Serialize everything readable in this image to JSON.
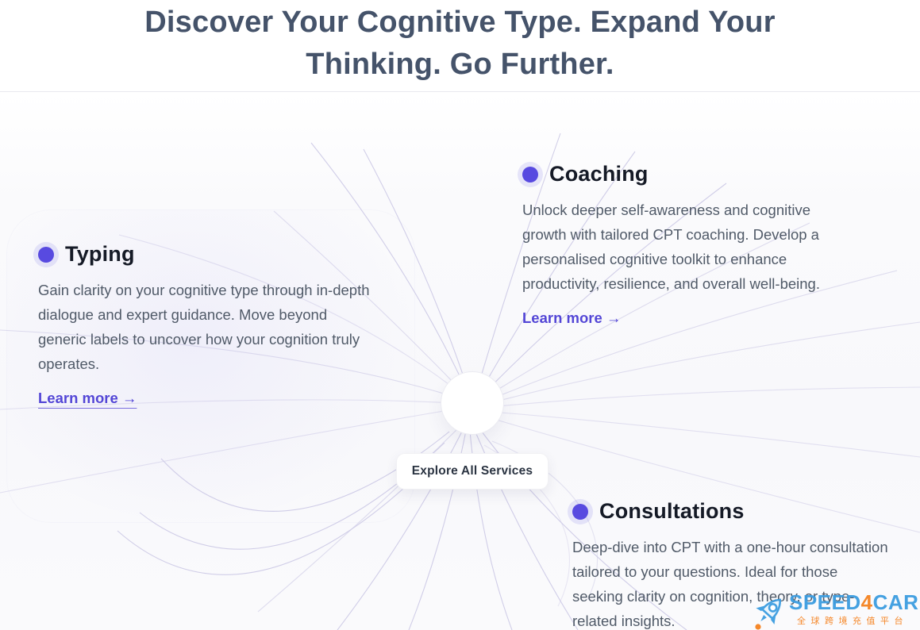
{
  "header": {
    "title_line1": "Discover Your Cognitive Type. Expand Your",
    "title_line2": "Thinking. Go Further."
  },
  "services": [
    {
      "id": "typing",
      "title": "Typing",
      "description": "Gain clarity on your cognitive type through in-depth dialogue and expert guidance. Move beyond generic labels to uncover how your cognition truly operates.",
      "link_label": "Learn more →"
    },
    {
      "id": "coaching",
      "title": "Coaching",
      "description": "Unlock deeper self-awareness and cognitive growth with tailored CPT coaching. Develop a personalised cognitive toolkit to enhance productivity, resilience, and overall well-being.",
      "link_label": "Learn more →"
    },
    {
      "id": "consultations",
      "title": "Consultations",
      "description": "Deep-dive into CPT with a one-hour consultation tailored to your questions. Ideal for those seeking clarity on cognition, theory, or type-related insights."
    }
  ],
  "hub": {
    "button_label": "Explore All Services"
  },
  "watermark": {
    "brand_speed": "SPEED",
    "brand_4": "4",
    "brand_card": "CARD",
    "tagline": "全球跨境充值平台"
  },
  "colors": {
    "accent_indigo": "#584ae0",
    "link_purple": "#5346d6",
    "heading_slate": "#45536a",
    "title_dark": "#151a26",
    "body_gray": "#505a68",
    "line_lavender": "#c9c6e4",
    "watermark_blue": "#3b9ce0",
    "watermark_orange": "#f5821f"
  }
}
